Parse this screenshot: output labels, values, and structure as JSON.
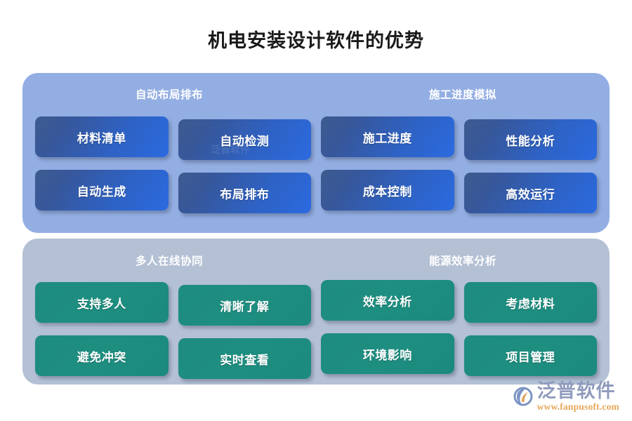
{
  "page": {
    "title": "机电安装设计软件的优势",
    "background": "#ffffff",
    "title_color": "#1a1a1a"
  },
  "panels": [
    {
      "id": "panel-blue",
      "background": "#93aee3",
      "card_color": "#2e62c4",
      "headers": [
        "自动布局排布",
        "施工进度模拟"
      ],
      "cards": [
        "材料清单",
        "自动检测",
        "施工进度",
        "性能分析",
        "自动生成",
        "布局排布",
        "成本控制",
        "高效运行"
      ]
    },
    {
      "id": "panel-gray",
      "background": "#b4c0d4",
      "card_color": "#1e8d80",
      "headers": [
        "多人在线协同",
        "能源效率分析"
      ],
      "cards": [
        "支持多人",
        "清晰了解",
        "效率分析",
        "考虑材料",
        "避免冲突",
        "实时查看",
        "环境影响",
        "项目管理"
      ]
    }
  ],
  "watermark": {
    "text": "泛普软件"
  },
  "brand": {
    "name": "泛普软件",
    "url": "www.fanpusoft.com",
    "name_color": "#8f9bbc",
    "url_color": "#e7a85c",
    "mark_primary": "#7b93c4",
    "mark_accent": "#e0a35e"
  }
}
